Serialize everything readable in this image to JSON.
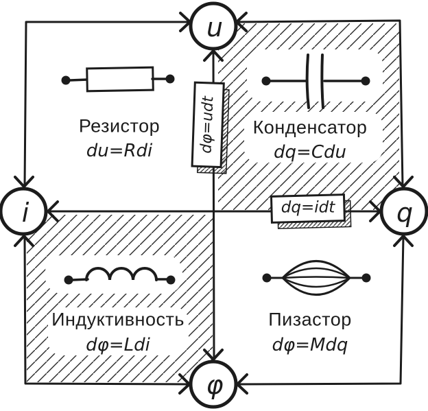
{
  "diagram": {
    "nodes": {
      "top": "u",
      "left": "i",
      "right": "q",
      "bottom": "φ"
    },
    "edge_labels": {
      "vertical": "dφ=udt",
      "horizontal": "dq=idt"
    },
    "quadrants": {
      "resistor": {
        "name": "Резистор",
        "formula": "du=Rdi"
      },
      "capacitor": {
        "name": "Конденсатор",
        "formula": "dq=Cdu"
      },
      "inductor": {
        "name": "Индуктивность",
        "formula": "dφ=Ldi"
      },
      "memristor": {
        "name": "Пизастор",
        "formula": "dφ=Mdq"
      }
    },
    "colors": {
      "ink": "#1c1c1c",
      "background": "#ffffff"
    }
  }
}
